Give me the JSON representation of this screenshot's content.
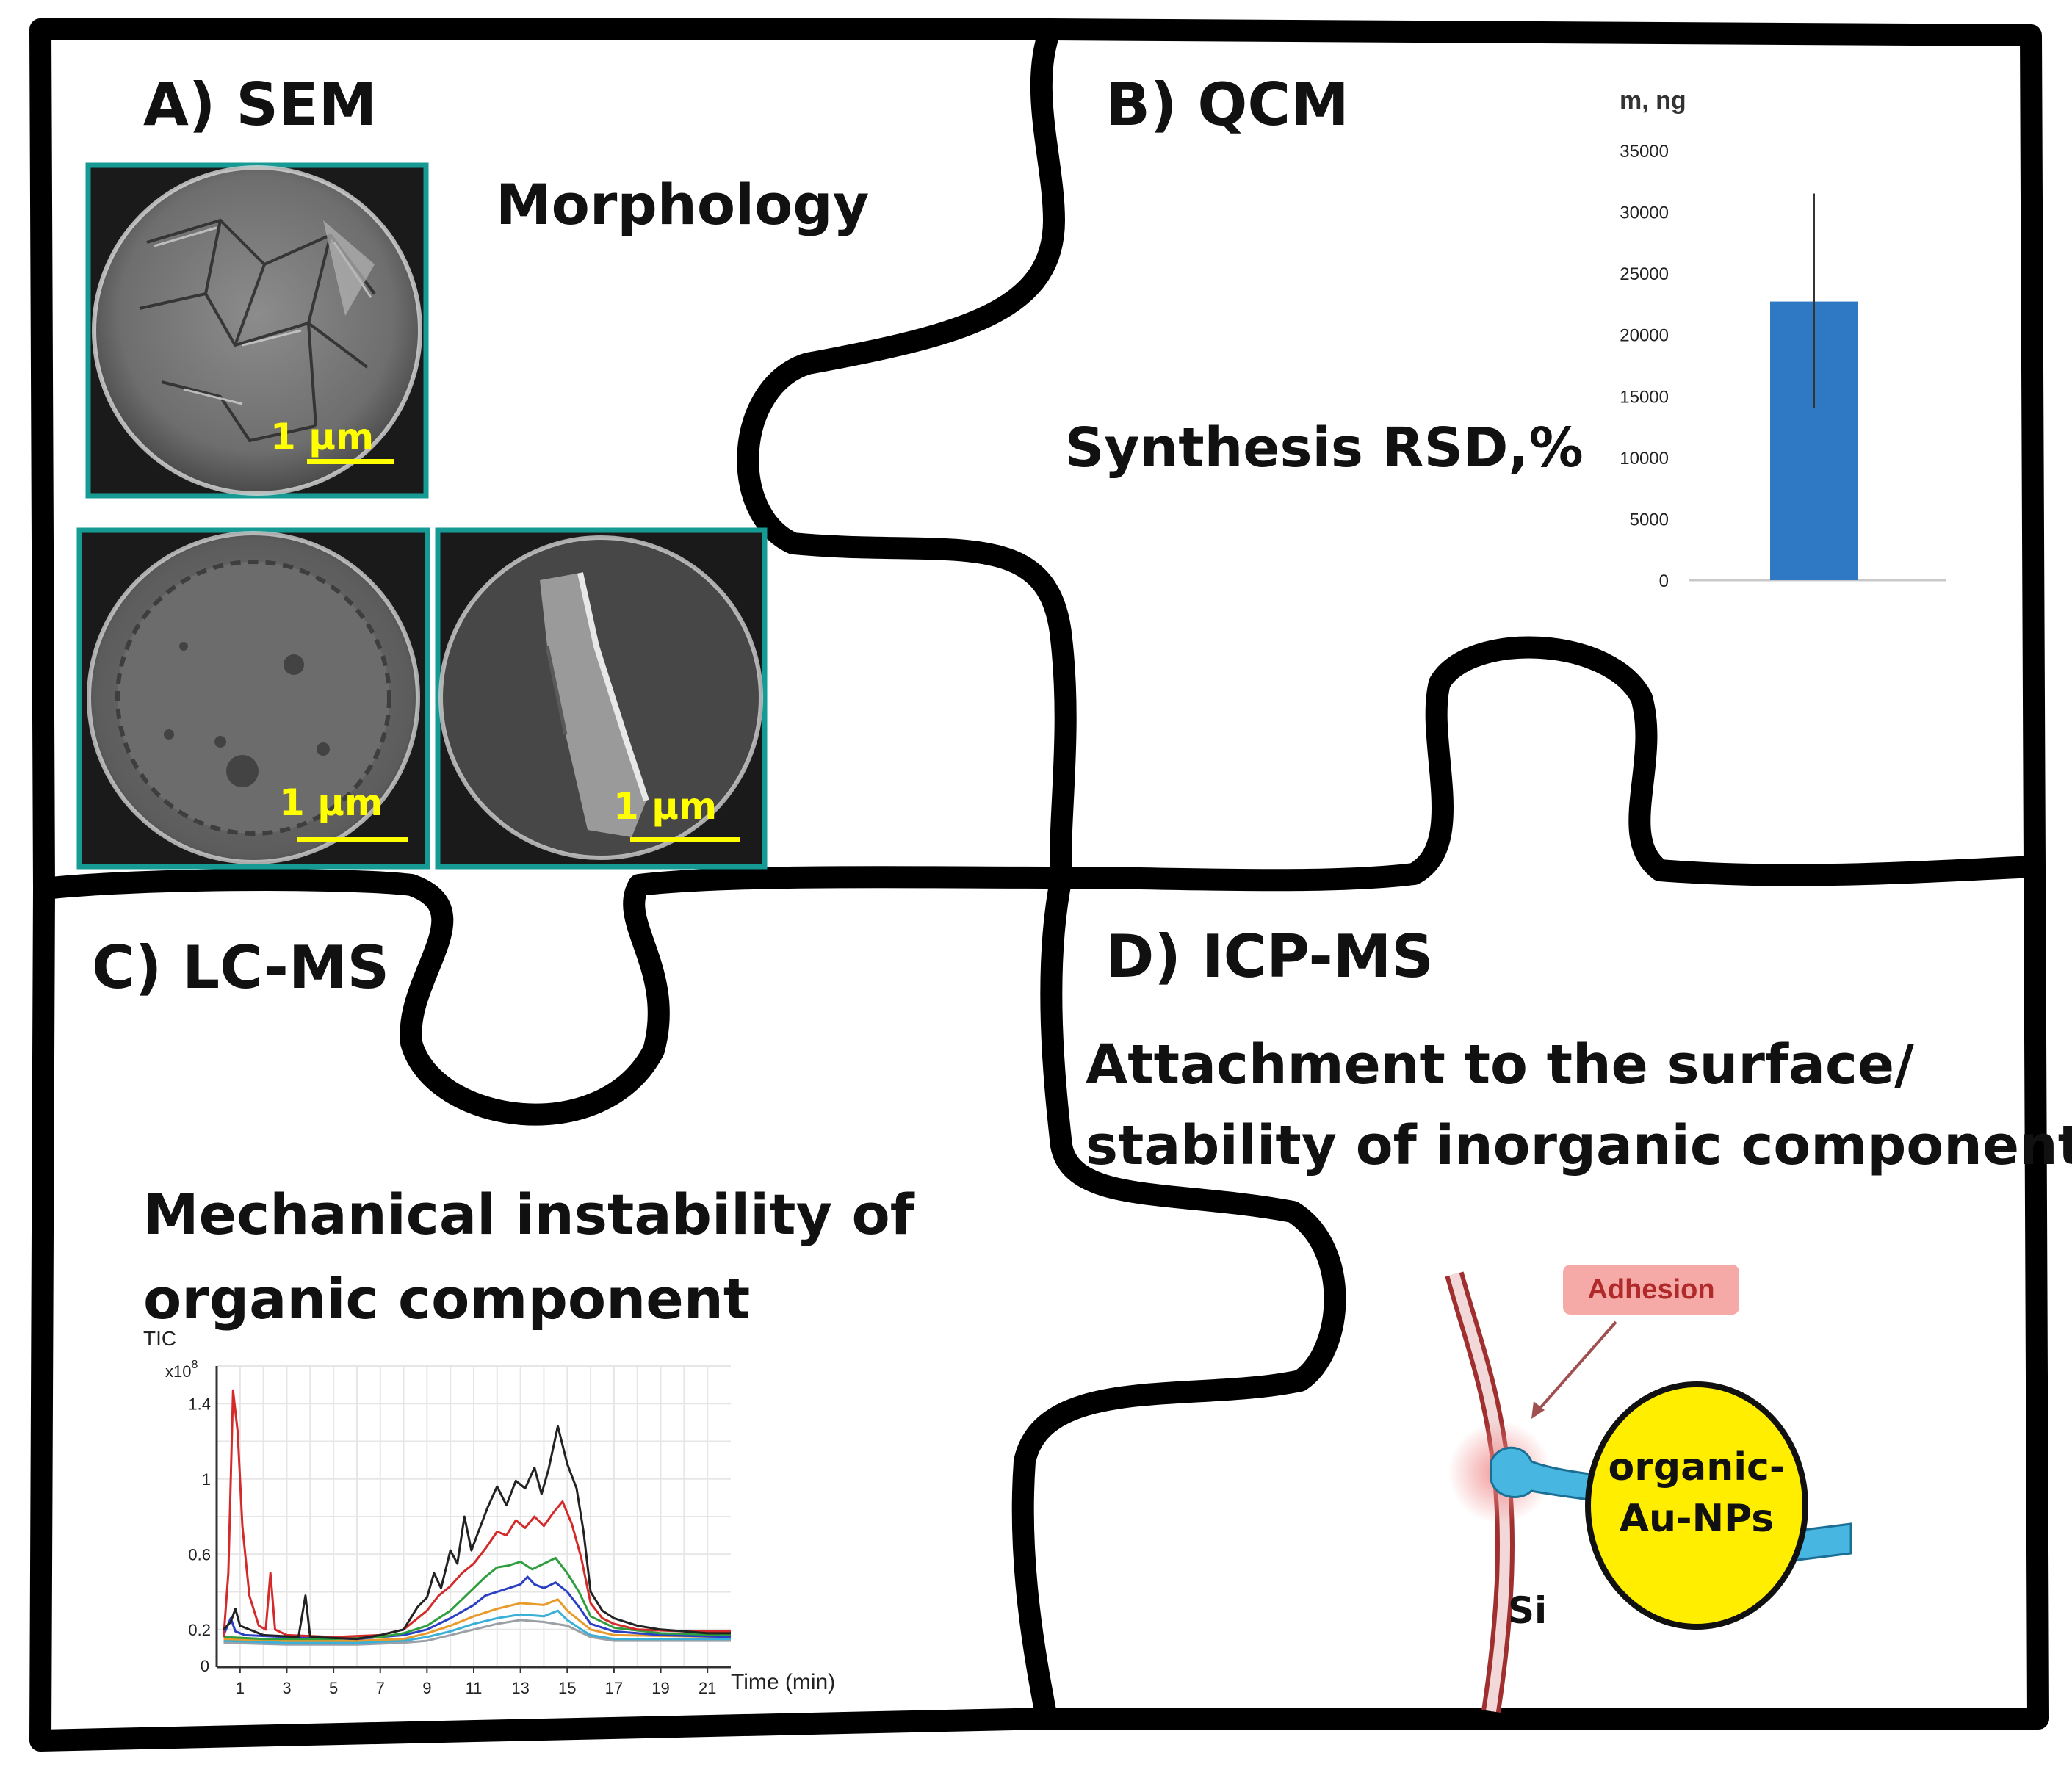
{
  "panels": {
    "a": {
      "title": "A) SEM",
      "caption": "Morphology"
    },
    "b": {
      "title": "B) QCM",
      "caption": "Synthesis RSD,%"
    },
    "c": {
      "title": "C) LC-MS",
      "caption_line1": "Mechanical instability of",
      "caption_line2": "organic component"
    },
    "d": {
      "title": "D) ICP-MS",
      "caption_line1": "Attachment to the surface/",
      "caption_line2": "stability of inorganic component"
    }
  },
  "sem": {
    "scale_label": "1 µm"
  },
  "icp_diagram": {
    "adhesion_label": "Adhesion",
    "particle_line1": "organic-",
    "particle_line2": "Au-NPs",
    "substrate_label": "Si",
    "colors": {
      "particle": "#ffee00",
      "linker": "#47b6e0",
      "adhesion_box": "#f5aaa8",
      "adhesion_text": "#b02a2a",
      "substrate": "#a03030"
    }
  },
  "chart_data": [
    {
      "type": "bar",
      "ylabel": "m, ng",
      "categories": [
        ""
      ],
      "values": [
        22700
      ],
      "error": {
        "low": 14000,
        "high": 31500
      },
      "ylim": [
        0,
        35000
      ],
      "yticks": [
        "0",
        "5000",
        "10000",
        "15000",
        "20000",
        "25000",
        "30000",
        "35000"
      ],
      "colors": {
        "bar": "#2e78c4"
      }
    },
    {
      "type": "line",
      "ylabel": "TIC",
      "yscale_label": "x10",
      "yscale_exp": "8",
      "xlabel": "Time (min)",
      "xlim": [
        0,
        22
      ],
      "ylim": [
        0,
        1.6
      ],
      "xticks": [
        "1",
        "3",
        "5",
        "7",
        "9",
        "11",
        "13",
        "15",
        "17",
        "19",
        "21"
      ],
      "yticks": [
        "0.2",
        "0.6",
        "1",
        "1.4"
      ],
      "grid": true,
      "series": [
        {
          "color": "#222222",
          "points": [
            [
              0.3,
              0.2
            ],
            [
              0.6,
              0.24
            ],
            [
              0.8,
              0.31
            ],
            [
              1.0,
              0.22
            ],
            [
              2,
              0.17
            ],
            [
              3.5,
              0.16
            ],
            [
              3.8,
              0.38
            ],
            [
              4.0,
              0.16
            ],
            [
              6,
              0.15
            ],
            [
              7,
              0.17
            ],
            [
              8,
              0.2
            ],
            [
              8.6,
              0.32
            ],
            [
              9,
              0.37
            ],
            [
              9.3,
              0.5
            ],
            [
              9.6,
              0.42
            ],
            [
              10,
              0.62
            ],
            [
              10.3,
              0.55
            ],
            [
              10.6,
              0.8
            ],
            [
              10.9,
              0.62
            ],
            [
              11.2,
              0.72
            ],
            [
              11.6,
              0.85
            ],
            [
              12,
              0.96
            ],
            [
              12.4,
              0.86
            ],
            [
              12.8,
              0.99
            ],
            [
              13.2,
              0.95
            ],
            [
              13.6,
              1.06
            ],
            [
              13.9,
              0.92
            ],
            [
              14.2,
              1.05
            ],
            [
              14.6,
              1.28
            ],
            [
              15,
              1.08
            ],
            [
              15.4,
              0.95
            ],
            [
              15.7,
              0.72
            ],
            [
              16,
              0.4
            ],
            [
              16.5,
              0.3
            ],
            [
              17,
              0.26
            ],
            [
              18,
              0.22
            ],
            [
              19,
              0.2
            ],
            [
              20,
              0.19
            ],
            [
              21,
              0.18
            ],
            [
              22,
              0.18
            ]
          ]
        },
        {
          "color": "#d42a2a",
          "points": [
            [
              0.3,
              0.16
            ],
            [
              0.5,
              0.5
            ],
            [
              0.7,
              1.47
            ],
            [
              0.9,
              1.25
            ],
            [
              1.1,
              0.75
            ],
            [
              1.4,
              0.38
            ],
            [
              1.8,
              0.22
            ],
            [
              2.1,
              0.2
            ],
            [
              2.3,
              0.5
            ],
            [
              2.5,
              0.2
            ],
            [
              3,
              0.17
            ],
            [
              5,
              0.16
            ],
            [
              7,
              0.17
            ],
            [
              8,
              0.2
            ],
            [
              9,
              0.3
            ],
            [
              9.5,
              0.38
            ],
            [
              10,
              0.43
            ],
            [
              10.5,
              0.5
            ],
            [
              11,
              0.55
            ],
            [
              11.5,
              0.63
            ],
            [
              12,
              0.72
            ],
            [
              12.4,
              0.7
            ],
            [
              12.8,
              0.78
            ],
            [
              13.2,
              0.74
            ],
            [
              13.6,
              0.8
            ],
            [
              14,
              0.75
            ],
            [
              14.4,
              0.82
            ],
            [
              14.8,
              0.88
            ],
            [
              15.2,
              0.76
            ],
            [
              15.6,
              0.58
            ],
            [
              16,
              0.34
            ],
            [
              16.5,
              0.26
            ],
            [
              17,
              0.23
            ],
            [
              18,
              0.2
            ],
            [
              20,
              0.19
            ],
            [
              22,
              0.19
            ]
          ]
        },
        {
          "color": "#2e9e3e",
          "points": [
            [
              0.3,
              0.16
            ],
            [
              2,
              0.15
            ],
            [
              5,
              0.15
            ],
            [
              7,
              0.16
            ],
            [
              8,
              0.18
            ],
            [
              9,
              0.22
            ],
            [
              10,
              0.3
            ],
            [
              10.5,
              0.36
            ],
            [
              11,
              0.42
            ],
            [
              11.5,
              0.48
            ],
            [
              12,
              0.53
            ],
            [
              12.5,
              0.54
            ],
            [
              13,
              0.56
            ],
            [
              13.5,
              0.52
            ],
            [
              14,
              0.55
            ],
            [
              14.5,
              0.58
            ],
            [
              15,
              0.5
            ],
            [
              15.5,
              0.4
            ],
            [
              16,
              0.27
            ],
            [
              17,
              0.21
            ],
            [
              19,
              0.18
            ],
            [
              22,
              0.17
            ]
          ]
        },
        {
          "color": "#2a3fc4",
          "points": [
            [
              0.3,
              0.17
            ],
            [
              0.6,
              0.26
            ],
            [
              0.8,
              0.19
            ],
            [
              1.2,
              0.17
            ],
            [
              3,
              0.16
            ],
            [
              6,
              0.15
            ],
            [
              8,
              0.17
            ],
            [
              9,
              0.2
            ],
            [
              10,
              0.26
            ],
            [
              11,
              0.33
            ],
            [
              11.5,
              0.38
            ],
            [
              12,
              0.4
            ],
            [
              12.5,
              0.42
            ],
            [
              13,
              0.44
            ],
            [
              13.3,
              0.48
            ],
            [
              13.6,
              0.44
            ],
            [
              14,
              0.42
            ],
            [
              14.5,
              0.45
            ],
            [
              15,
              0.4
            ],
            [
              15.5,
              0.32
            ],
            [
              16,
              0.23
            ],
            [
              17,
              0.19
            ],
            [
              19,
              0.17
            ],
            [
              22,
              0.16
            ]
          ]
        },
        {
          "color": "#e89a2a",
          "points": [
            [
              0.3,
              0.15
            ],
            [
              3,
              0.14
            ],
            [
              6,
              0.14
            ],
            [
              8,
              0.15
            ],
            [
              9,
              0.18
            ],
            [
              10,
              0.22
            ],
            [
              11,
              0.27
            ],
            [
              12,
              0.31
            ],
            [
              13,
              0.34
            ],
            [
              14,
              0.33
            ],
            [
              14.6,
              0.36
            ],
            [
              15,
              0.3
            ],
            [
              15.6,
              0.24
            ],
            [
              16,
              0.2
            ],
            [
              17,
              0.17
            ],
            [
              22,
              0.16
            ]
          ]
        },
        {
          "color": "#3ab0d8",
          "points": [
            [
              0.3,
              0.14
            ],
            [
              3,
              0.13
            ],
            [
              6,
              0.13
            ],
            [
              8,
              0.14
            ],
            [
              9,
              0.16
            ],
            [
              10,
              0.19
            ],
            [
              11,
              0.23
            ],
            [
              12,
              0.26
            ],
            [
              13,
              0.28
            ],
            [
              14,
              0.27
            ],
            [
              14.6,
              0.3
            ],
            [
              15,
              0.25
            ],
            [
              15.6,
              0.2
            ],
            [
              16,
              0.17
            ],
            [
              17,
              0.15
            ],
            [
              22,
              0.15
            ]
          ]
        },
        {
          "color": "#9aa0a6",
          "points": [
            [
              0.3,
              0.13
            ],
            [
              3,
              0.12
            ],
            [
              6,
              0.12
            ],
            [
              8,
              0.13
            ],
            [
              9,
              0.14
            ],
            [
              10,
              0.17
            ],
            [
              11,
              0.2
            ],
            [
              12,
              0.23
            ],
            [
              13,
              0.25
            ],
            [
              14,
              0.24
            ],
            [
              15,
              0.22
            ],
            [
              16,
              0.16
            ],
            [
              17,
              0.14
            ],
            [
              22,
              0.14
            ]
          ]
        }
      ]
    }
  ]
}
